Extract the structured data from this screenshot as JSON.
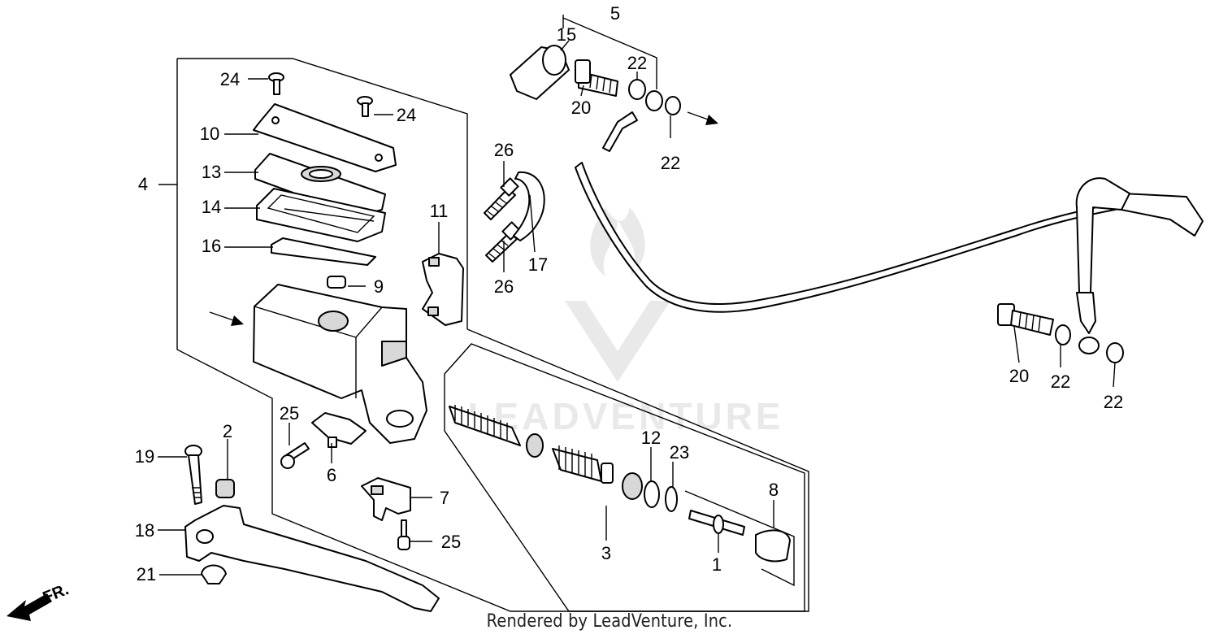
{
  "diagram": {
    "callouts": [
      {
        "id": "c1",
        "text": "1"
      },
      {
        "id": "c2",
        "text": "2"
      },
      {
        "id": "c3",
        "text": "3"
      },
      {
        "id": "c4",
        "text": "4"
      },
      {
        "id": "c5",
        "text": "5"
      },
      {
        "id": "c6",
        "text": "6"
      },
      {
        "id": "c7",
        "text": "7"
      },
      {
        "id": "c8",
        "text": "8"
      },
      {
        "id": "c9",
        "text": "9"
      },
      {
        "id": "c10",
        "text": "10"
      },
      {
        "id": "c11",
        "text": "11"
      },
      {
        "id": "c12",
        "text": "12"
      },
      {
        "id": "c13",
        "text": "13"
      },
      {
        "id": "c14",
        "text": "14"
      },
      {
        "id": "c15",
        "text": "15"
      },
      {
        "id": "c16",
        "text": "16"
      },
      {
        "id": "c17",
        "text": "17"
      },
      {
        "id": "c18",
        "text": "18"
      },
      {
        "id": "c19",
        "text": "19"
      },
      {
        "id": "c20a",
        "text": "20"
      },
      {
        "id": "c20b",
        "text": "20"
      },
      {
        "id": "c21",
        "text": "21"
      },
      {
        "id": "c22a",
        "text": "22"
      },
      {
        "id": "c22b",
        "text": "22"
      },
      {
        "id": "c22c",
        "text": "22"
      },
      {
        "id": "c22d",
        "text": "22"
      },
      {
        "id": "c23",
        "text": "23"
      },
      {
        "id": "c24a",
        "text": "24"
      },
      {
        "id": "c24b",
        "text": "24"
      },
      {
        "id": "c25a",
        "text": "25"
      },
      {
        "id": "c25b",
        "text": "25"
      },
      {
        "id": "c26a",
        "text": "26"
      },
      {
        "id": "c26b",
        "text": "26"
      }
    ],
    "front_indicator": "FR.",
    "watermark": "LEADVENTURE"
  },
  "footer": {
    "credit": "Rendered by LeadVenture, Inc."
  }
}
